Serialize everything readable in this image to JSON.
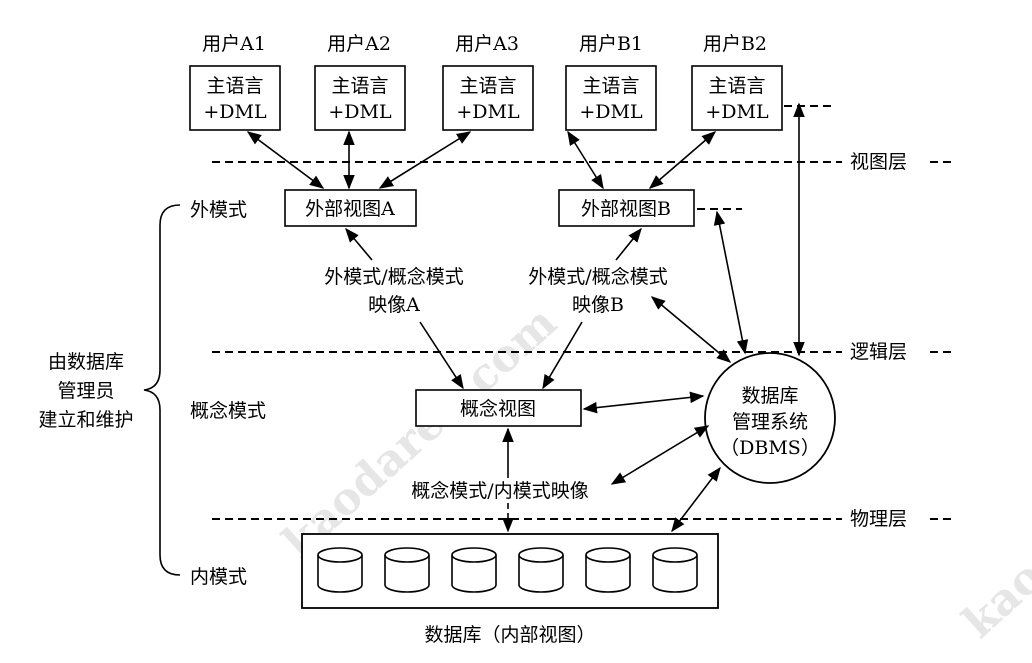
{
  "users": [
    {
      "label": "用户A1",
      "line1": "主语言",
      "line2": "+DML"
    },
    {
      "label": "用户A2",
      "line1": "主语言",
      "line2": "+DML"
    },
    {
      "label": "用户A3",
      "line1": "主语言",
      "line2": "+DML"
    },
    {
      "label": "用户B1",
      "line1": "主语言",
      "line2": "+DML"
    },
    {
      "label": "用户B2",
      "line1": "主语言",
      "line2": "+DML"
    }
  ],
  "layers": {
    "view": "视图层",
    "logic": "逻辑层",
    "physical": "物理层"
  },
  "schemas": {
    "external": "外模式",
    "conceptual": "概念模式",
    "internal": "内模式"
  },
  "brace_label": [
    "由数据库",
    "管理员",
    "建立和维护"
  ],
  "views": {
    "external_a": "外部视图A",
    "external_b": "外部视图B",
    "conceptual": "概念视图"
  },
  "mappings": {
    "a_line1": "外模式/概念模式",
    "a_line2": "映像A",
    "b_line1": "外模式/概念模式",
    "b_line2": "映像B",
    "conceptual_internal": "概念模式/内模式映像"
  },
  "dbms": {
    "line1": "数据库",
    "line2": "管理系统",
    "line3": "（DBMS）"
  },
  "database_caption": "数据库（内部视图）",
  "cylinder_count": 6,
  "watermark": {
    "url": "kaodaren.com"
  },
  "colors": {
    "line": "#000000",
    "watermark": "#e6e6e6"
  }
}
